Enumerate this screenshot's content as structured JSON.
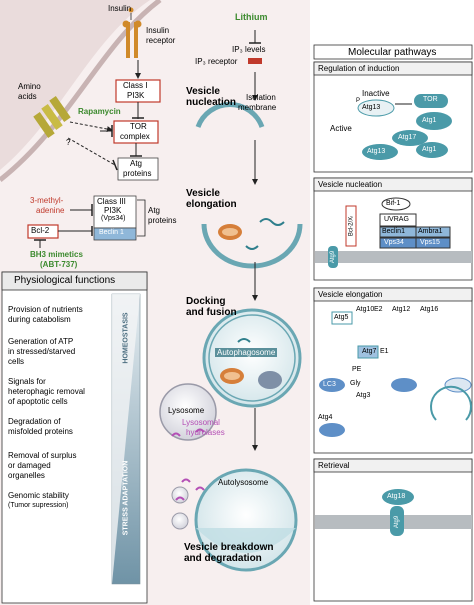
{
  "signaling": {
    "insulin": "Insulin",
    "insulin_receptor_1": "Insulin",
    "insulin_receptor_2": "receptor",
    "amino_1": "Amino",
    "amino_2": "acids",
    "class1_1": "Class I",
    "class1_2": "PI3K",
    "rapamycin": "Rapamycin",
    "tor_1": "TOR",
    "tor_2": "complex",
    "question": "?",
    "atg_proteins_1": "Atg",
    "atg_proteins_2": "proteins",
    "methyl_1": "3-methyl-",
    "methyl_2": "adenine",
    "class3_1": "Class III",
    "class3_2": "PI3K",
    "class3_3": "(Vps34)",
    "beclin": "Beclin 1",
    "atg_proteins_b1": "Atg",
    "atg_proteins_b2": "proteins",
    "bcl2": "Bcl-2",
    "bh3_1": "BH3 mimetics",
    "bh3_2": "(ABT-737)"
  },
  "center": {
    "lithium": "Lithium",
    "ip3_levels": "IP₃ levels",
    "ip3_receptor": "IP₃ receptor",
    "nucleation_1": "Vesicle",
    "nucleation_2": "nucleation",
    "isolation_1": "Isolation",
    "isolation_2": "membrane",
    "elongation_1": "Vesicle",
    "elongation_2": "elongation",
    "docking_1": "Docking",
    "docking_2": "and fusion",
    "autophagosome": "Autophagosome",
    "lysosome": "Lysosome",
    "lysosomal_1": "Lysosomal",
    "lysosomal_2": "hydrolases",
    "autolysosome": "Autolysosome",
    "breakdown_1": "Vesicle breakdown",
    "breakdown_2": "and degradation"
  },
  "physio": {
    "title": "Physiological functions",
    "items": [
      [
        "Provision of nutrients",
        "during catabolism"
      ],
      [
        "Generation of ATP",
        "in stressed/starved",
        "cells"
      ],
      [
        "Signals for",
        "heterophagic removal",
        "of apoptotic cells"
      ],
      [
        "Degradation of",
        "misfolded proteins"
      ],
      [
        "Removal of surplus",
        "or damaged",
        "organelles"
      ],
      [
        "Genomic stability",
        "(Tumor supression)"
      ]
    ],
    "homeostasis": "HOMEOSTASIS",
    "stress": "STRESS ADAPTATION"
  },
  "molecular": {
    "title": "Molecular pathways",
    "induction": {
      "title": "Regulation of induction",
      "inactive": "Inactive",
      "active": "Active",
      "atg13": "Atg13",
      "atg1": "Atg1",
      "atg17": "Atg17",
      "tor": "TOR",
      "p": "P"
    },
    "nucleation": {
      "title": "Vesicle nucleation",
      "bif1": "Bif-1",
      "uvrag": "UVRAG",
      "beclin1": "Beclin1",
      "ambra1": "Ambra1",
      "vps34": "Vps34",
      "vps15": "Vps15",
      "bcl2xl": "Bcl-2/Xₗ",
      "atg9": "Atg9"
    },
    "elongation": {
      "title": "Vesicle elongation",
      "atg5": "Atg5",
      "atg10": "Atg10",
      "e2": "E2",
      "e1": "E1",
      "atg12": "Atg12",
      "atg16": "Atg16",
      "atg7": "Atg7",
      "pe": "PE",
      "gly": "Gly",
      "atg3": "Atg3",
      "lc3": "LC3",
      "atg4": "Atg4"
    },
    "retrieval": {
      "title": "Retrieval",
      "atg18": "Atg18",
      "atg9": "Atg9"
    }
  },
  "colors": {
    "teal": "#4a9aa8",
    "teal_dark": "#2f7f8c",
    "lc3_blue": "#5e8fc7",
    "green_label": "#3c8a2e",
    "red_label": "#c0392b",
    "purple": "#b44fb5",
    "cell_bg": "#f5eded",
    "membrane": "#d9c7c7"
  }
}
